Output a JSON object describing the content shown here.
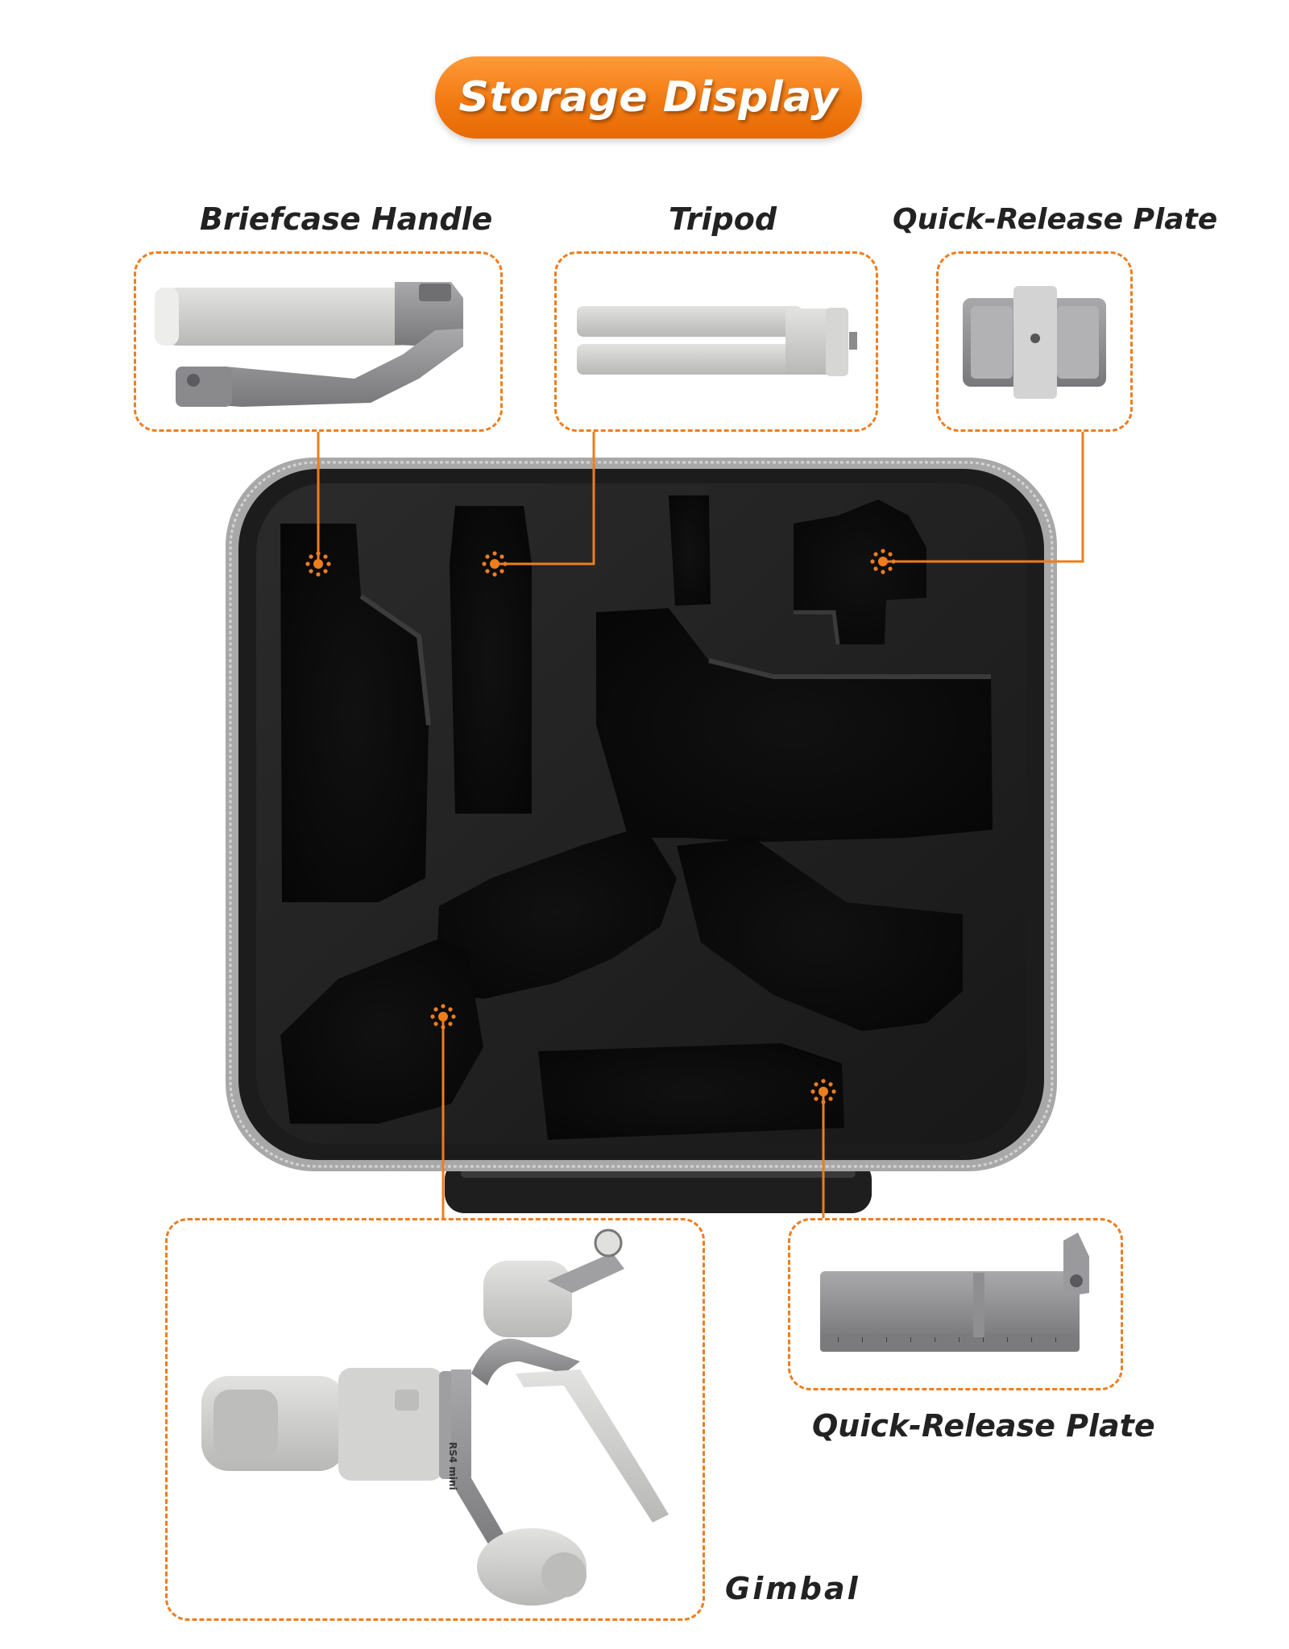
{
  "title": "Storage Display",
  "labels": {
    "briefcase_handle": "Briefcase Handle",
    "tripod": "Tripod",
    "quick_release_plate_top": "Quick-Release Plate",
    "quick_release_plate_bottom": "Quick-Release Plate",
    "gimbal": "Gimbal"
  },
  "gimbal_model_text": "RS4 mini",
  "colors": {
    "accent": "#ee7d1e",
    "case_body": "#1b1b1b",
    "case_zipper": "#b9b9b9",
    "product_gray": "#c9c9c7"
  }
}
